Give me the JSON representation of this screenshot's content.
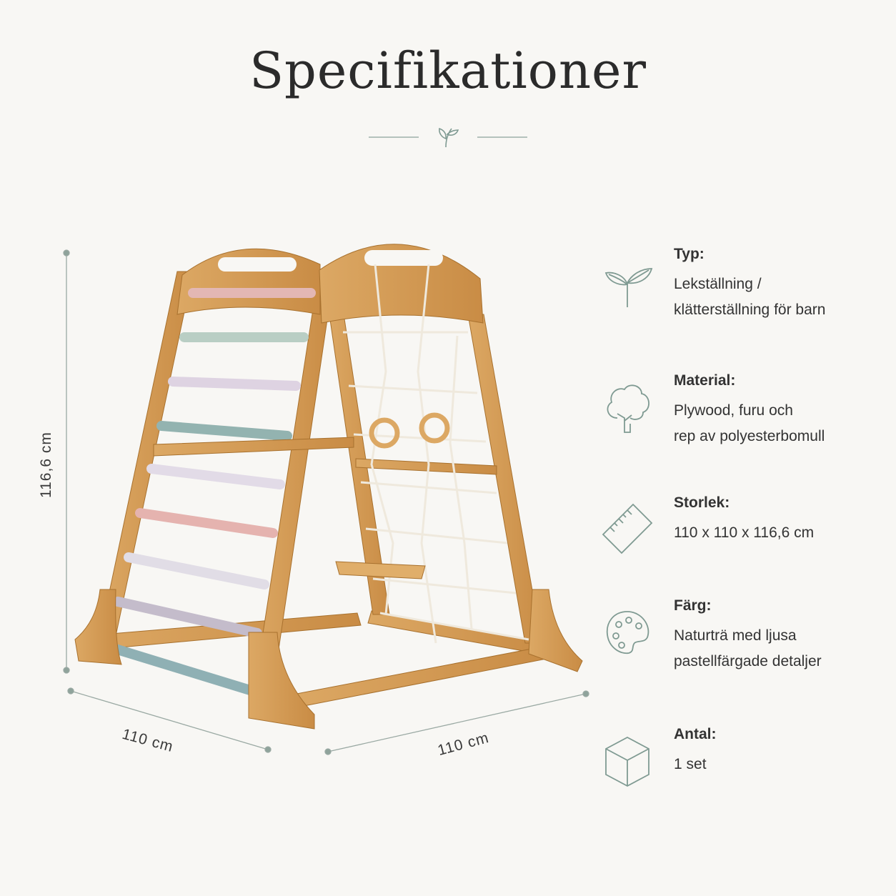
{
  "title": "Specifikationer",
  "dimensions": {
    "height": "116,6 cm",
    "width_left": "110 cm",
    "width_right": "110 cm"
  },
  "specs": [
    {
      "icon": "leaf-icon",
      "label": "Typ:",
      "line1": "Lekställning /",
      "line2": "klätterställning för barn"
    },
    {
      "icon": "tree-icon",
      "label": "Material:",
      "line1": "Plywood, furu och",
      "line2": "rep av polyesterbomull"
    },
    {
      "icon": "ruler-icon",
      "label": "Storlek:",
      "line1": "110 x 110 x 116,6 cm",
      "line2": ""
    },
    {
      "icon": "palette-icon",
      "label": "Färg:",
      "line1": "Naturträ med ljusa",
      "line2": "pastellfärgade detaljer"
    },
    {
      "icon": "box-icon",
      "label": "Antal:",
      "line1": "1 set",
      "line2": ""
    }
  ],
  "colors": {
    "background": "#f8f7f4",
    "accent": "#7f9a92",
    "wood": "#d9a35a",
    "wood_dark": "#b97f3a"
  }
}
